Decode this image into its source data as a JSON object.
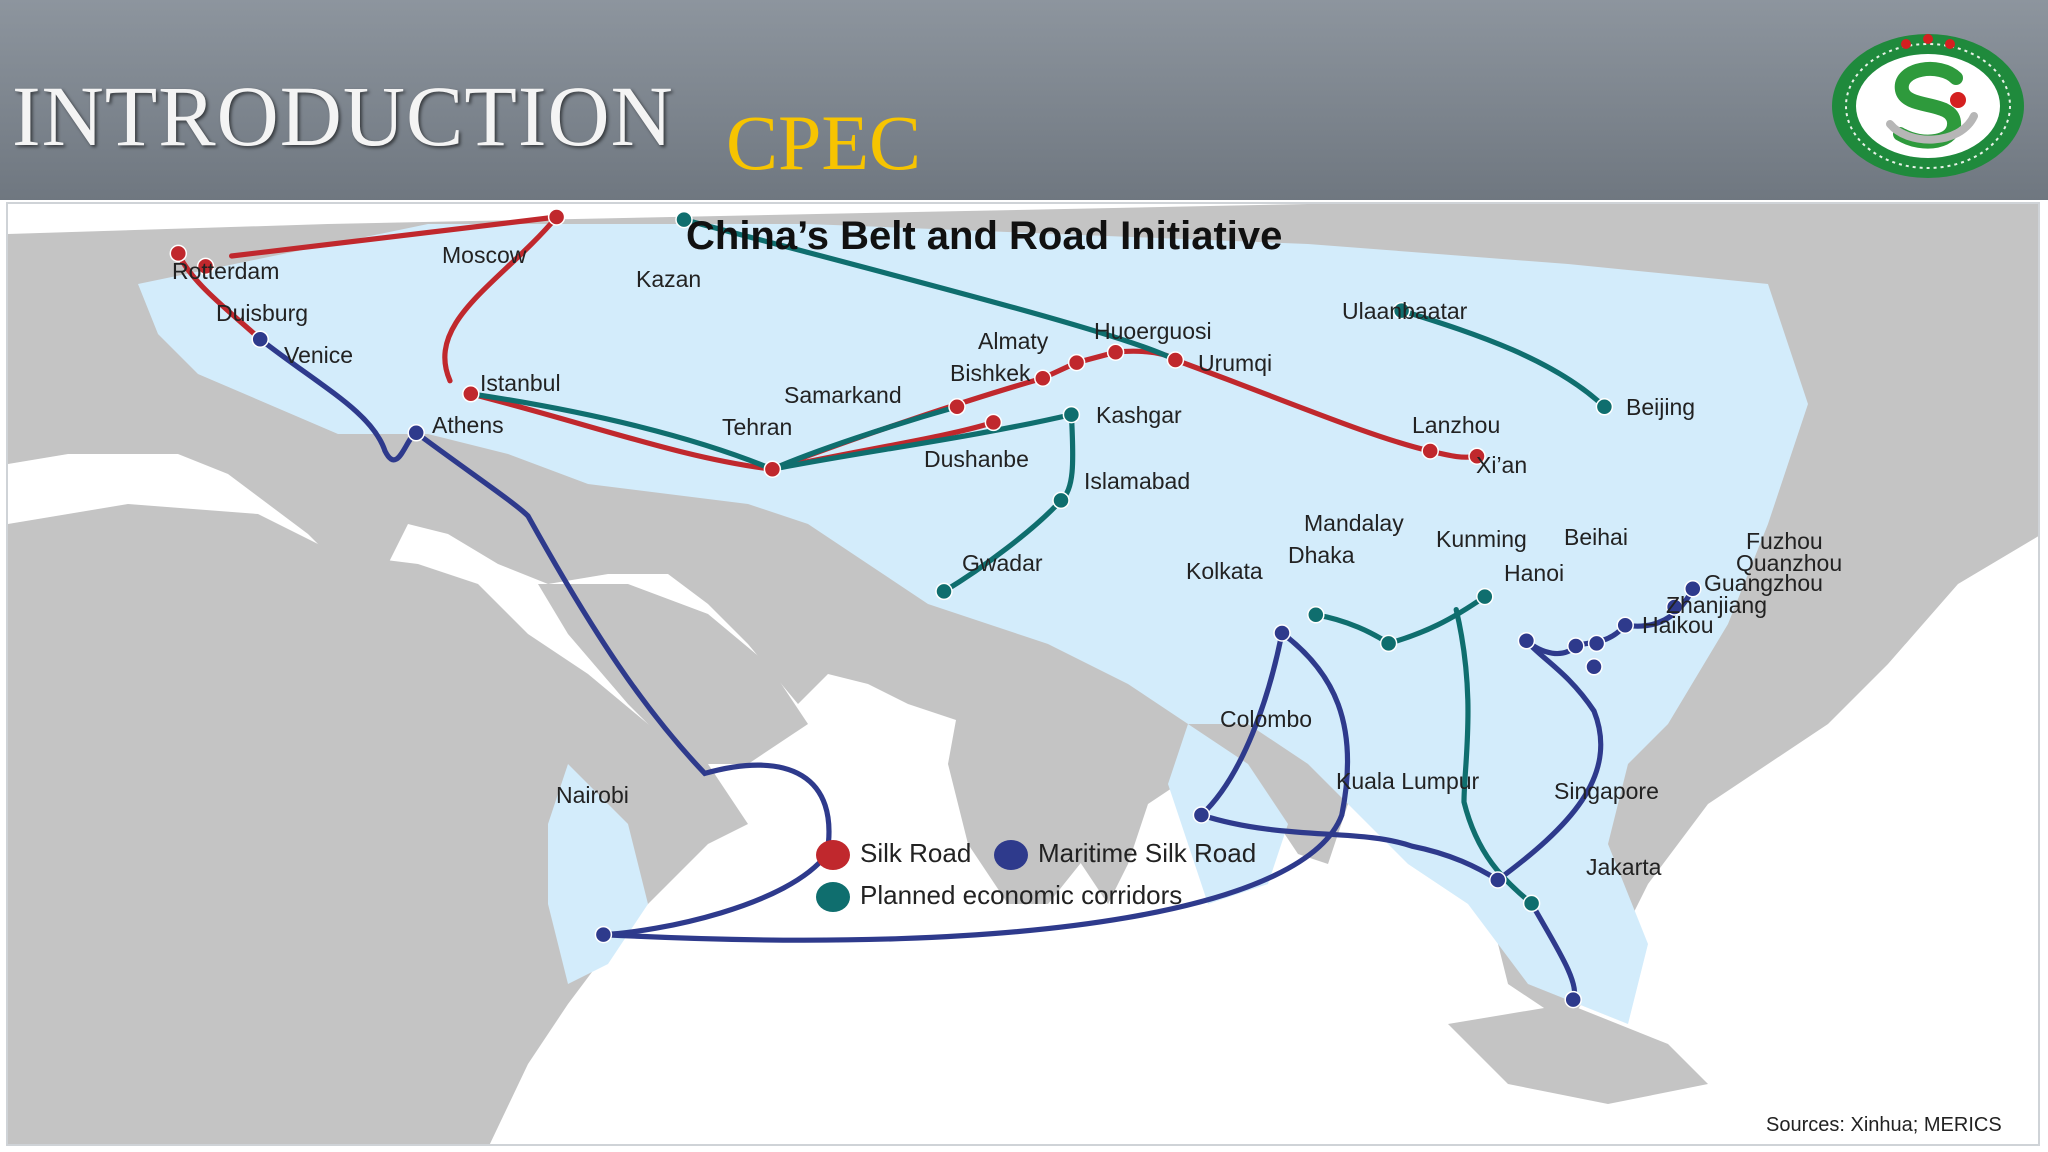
{
  "slide": {
    "title": "INTRODUCTION",
    "subtitle": "CPEC"
  },
  "map": {
    "title": "China’s Belt and Road Initiative",
    "source": "Sources: Xinhua; MERICS",
    "colors": {
      "silk_road": "#c0282d",
      "maritime_silk_road": "#2e3a8c",
      "planned_corridors": "#0f6e6e",
      "land": "#c4c4c4",
      "water": "#ffffff",
      "bri_region": "#d3ecfb"
    },
    "legend": [
      {
        "label": "Silk Road",
        "color": "#c0282d"
      },
      {
        "label": "Maritime Silk Road",
        "color": "#2e3a8c"
      },
      {
        "label": "Planned economic corridors",
        "color": "#0f6e6e"
      }
    ],
    "places": {
      "rotterdam": "Rotterdam",
      "duisburg": "Duisburg",
      "moscow": "Moscow",
      "venice": "Venice",
      "istanbul": "Istanbul",
      "athens": "Athens",
      "kazan": "Kazan",
      "tehran": "Tehran",
      "samarkand": "Samarkand",
      "dushanbe": "Dushanbe",
      "bishkek": "Bishkek",
      "almaty": "Almaty",
      "huoerguosi": "Huoerguosi",
      "urumqi": "Urumqi",
      "kashgar": "Kashgar",
      "islamabad": "Islamabad",
      "gwadar": "Gwadar",
      "lanzhou": "Lanzhou",
      "xian": "Xi’an",
      "ulaanbaatar": "Ulaanbaatar",
      "beijing": "Beijing",
      "mandalay": "Mandalay",
      "kunming": "Kunming",
      "dhaka": "Dhaka",
      "kolkata": "Kolkata",
      "beihai": "Beihai",
      "hanoi": "Hanoi",
      "fuzhou": "Fuzhou",
      "quanzhou": "Quanzhou",
      "guangzhou": "Guangzhou",
      "zhanjiang": "Zhanjiang",
      "haikou": "Haikou",
      "colombo": "Colombo",
      "kuala_lumpur": "Kuala Lumpur",
      "singapore": "Singapore",
      "jakarta": "Jakarta",
      "nairobi": "Nairobi"
    }
  }
}
